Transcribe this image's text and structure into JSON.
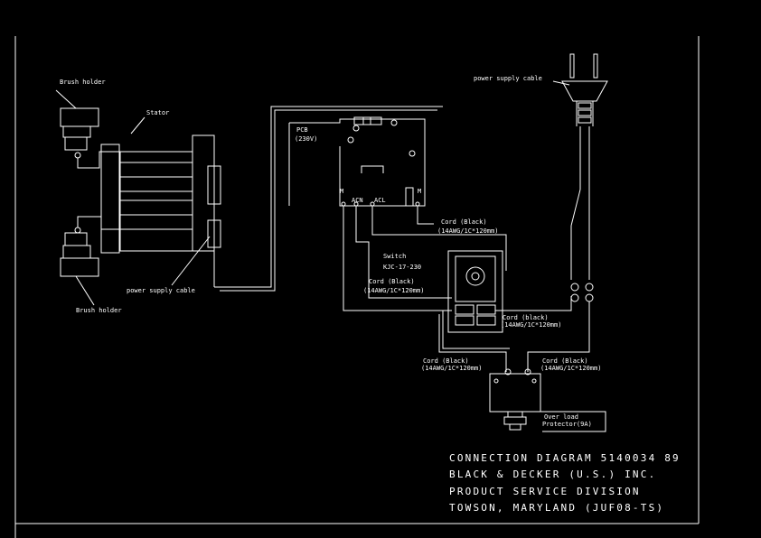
{
  "labels": {
    "brush_holder_top": "Brush holder",
    "brush_holder_bottom": "Brush holder",
    "stator": "Stator",
    "power_supply_cable_motor": "power supply cable",
    "pcb": "PCB",
    "pcb_voltage": "(230V)",
    "terminal_m": "M",
    "terminal_acn": "ACN",
    "terminal_acl": "ACL",
    "terminal_m2": "M",
    "cord_black_top": "Cord (Black)",
    "cord_black_top_spec": "(14AWG/1C*120mm)",
    "switch": "Switch",
    "switch_model": "KJC-17-230",
    "cord_black_left": "Cord (Black)",
    "cord_black_left_spec": "(14AWG/1C*120mm)",
    "cord_black_right": "Cord (black)",
    "cord_black_right_spec": "(14AWG/1C*120mm)",
    "cord_black_bottom_left": "Cord (Black)",
    "cord_black_bottom_left_spec": "(14AWG/1C*120mm)",
    "cord_black_bottom_right": "Cord (Black)",
    "cord_black_bottom_right_spec": "(14AWG/1C*120mm)",
    "overload_protector": "Over load",
    "overload_protector_rating": "Protector(9A)",
    "power_supply_cable_plug": "power supply cable"
  },
  "title_block": {
    "line1": "CONNECTION DIAGRAM 5140034 89",
    "line2": "BLACK & DECKER (U.S.) INC.",
    "line3": "PRODUCT SERVICE DIVISION",
    "line4": "TOWSON, MARYLAND (JUF08-TS)"
  },
  "colors": {
    "background": "#000000",
    "line": "#ffffff"
  }
}
